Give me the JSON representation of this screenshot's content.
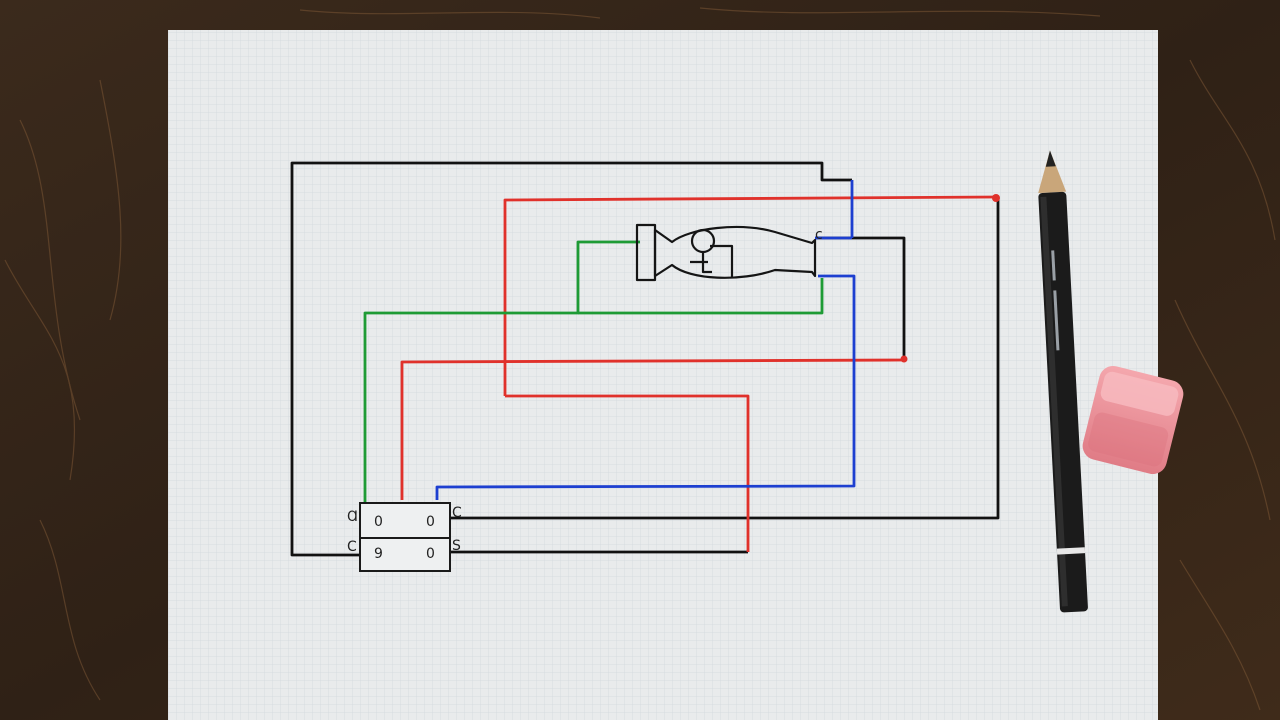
{
  "scene": {
    "description_hidden": "",
    "colors": {
      "table": "#3a2a1d",
      "table_grain_light": "#6b4a2c",
      "paper": "#e9ebec",
      "grid": "#cfd6dc",
      "wire_black": "#111111",
      "wire_red": "#e0312b",
      "wire_green": "#1e9b35",
      "wire_blue": "#1d3fd0",
      "pencil": "#1a1a1a",
      "eraser": "#e88a92"
    },
    "switch_block": {
      "top_left_mark": "Ɑ",
      "top_center": "0",
      "top_right_mark": "C",
      "top_left_digit": "0",
      "bottom_left_mark": "C",
      "bottom_center": "0",
      "bottom_right_mark": "S",
      "bottom_left_digit": "9"
    },
    "component_icons": [
      "motor-symbol-icon",
      "pencil-icon",
      "eraser-icon"
    ]
  }
}
